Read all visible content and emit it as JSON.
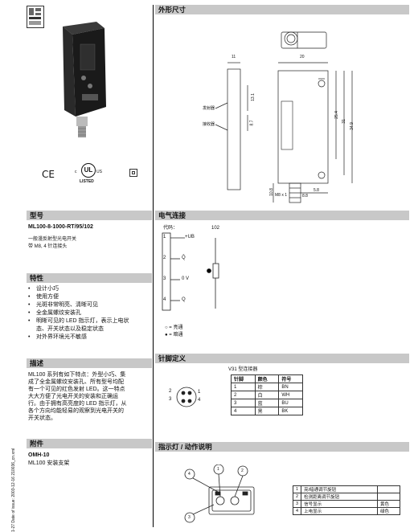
{
  "sections": {
    "dimensions": "外形尺寸",
    "model": "型号",
    "electrical": "电气连接",
    "features": "特性",
    "pinout": "针脚定义",
    "description": "描述",
    "led": "指示灯 / 动作说明",
    "accessories": "附件"
  },
  "product": {
    "model_code": "ML100-8-1000-RT/95/102",
    "desc_lines": [
      "一般漫反射型光电开关",
      "带 M8, 4 针连接头"
    ]
  },
  "features": [
    "设计小巧",
    "使用方便",
    "光斑非常明亮、清晰可见",
    "全金属螺纹安装孔",
    "明晰可见的 LED 指示灯，表示上电状",
    "态、开关状态以及稳定状态",
    "对外界环境光不敏感"
  ],
  "description_lines": [
    "ML100 系列有如下特点：外型小巧、集",
    "成了全金属螺纹安装孔、所有型号均配",
    "有一个可见的红色发射 LED。这一特点",
    "大大方便了光电开关的安装和正确运",
    "行。由于拥有高亮度的 LED 指示灯，从",
    "各个方向均能轻易的观察到光电开关的",
    "开关状态。"
  ],
  "accessory": {
    "code": "OMH-10",
    "name": "ML100 安装支架"
  },
  "side_text": "1-27  Date of issue: 2003-12-16  210036_cn.xml",
  "certs": {
    "ce": "CE",
    "ul_listed": "LISTED",
    "ul_c": "c",
    "ul_us": "US"
  },
  "electrical": {
    "code_label": "代码：",
    "code_value": "102",
    "pins": [
      "1",
      "2",
      "3",
      "4"
    ],
    "pin_labels": [
      "+UB",
      "Q̄",
      "0 V",
      "Q"
    ],
    "legend_on": "○ = 亮通",
    "legend_off": "● = 暗通"
  },
  "dim_labels": {
    "d11": "11",
    "d20": "20",
    "d13": "13.1",
    "d87": "8.7",
    "d254": "25.4",
    "d31": "31",
    "d349": "34.9",
    "d108": "10.8",
    "d58": "5.8",
    "d88": "8.8",
    "m8": "M8 x 1",
    "emitter": "发射器",
    "receiver": "接收器"
  },
  "pin_table": {
    "caption": "V31 型连接器",
    "headers": [
      "针脚",
      "颜色",
      "符号"
    ],
    "rows": [
      [
        "1",
        "棕",
        "BN"
      ],
      [
        "2",
        "白",
        "WH"
      ],
      [
        "3",
        "蓝",
        "BU"
      ],
      [
        "4",
        "黑",
        "BK"
      ]
    ],
    "connector_pins": [
      "1",
      "2",
      "3",
      "4"
    ]
  },
  "led_table": {
    "rows": [
      [
        "1",
        "亮/暗通调节旋钮",
        ""
      ],
      [
        "2",
        "检测距离调节旋钮",
        ""
      ],
      [
        "3",
        "信号显示",
        "黄色"
      ],
      [
        "4",
        "上电显示",
        "绿色"
      ]
    ],
    "callouts": [
      "1",
      "2",
      "3",
      "4"
    ]
  }
}
